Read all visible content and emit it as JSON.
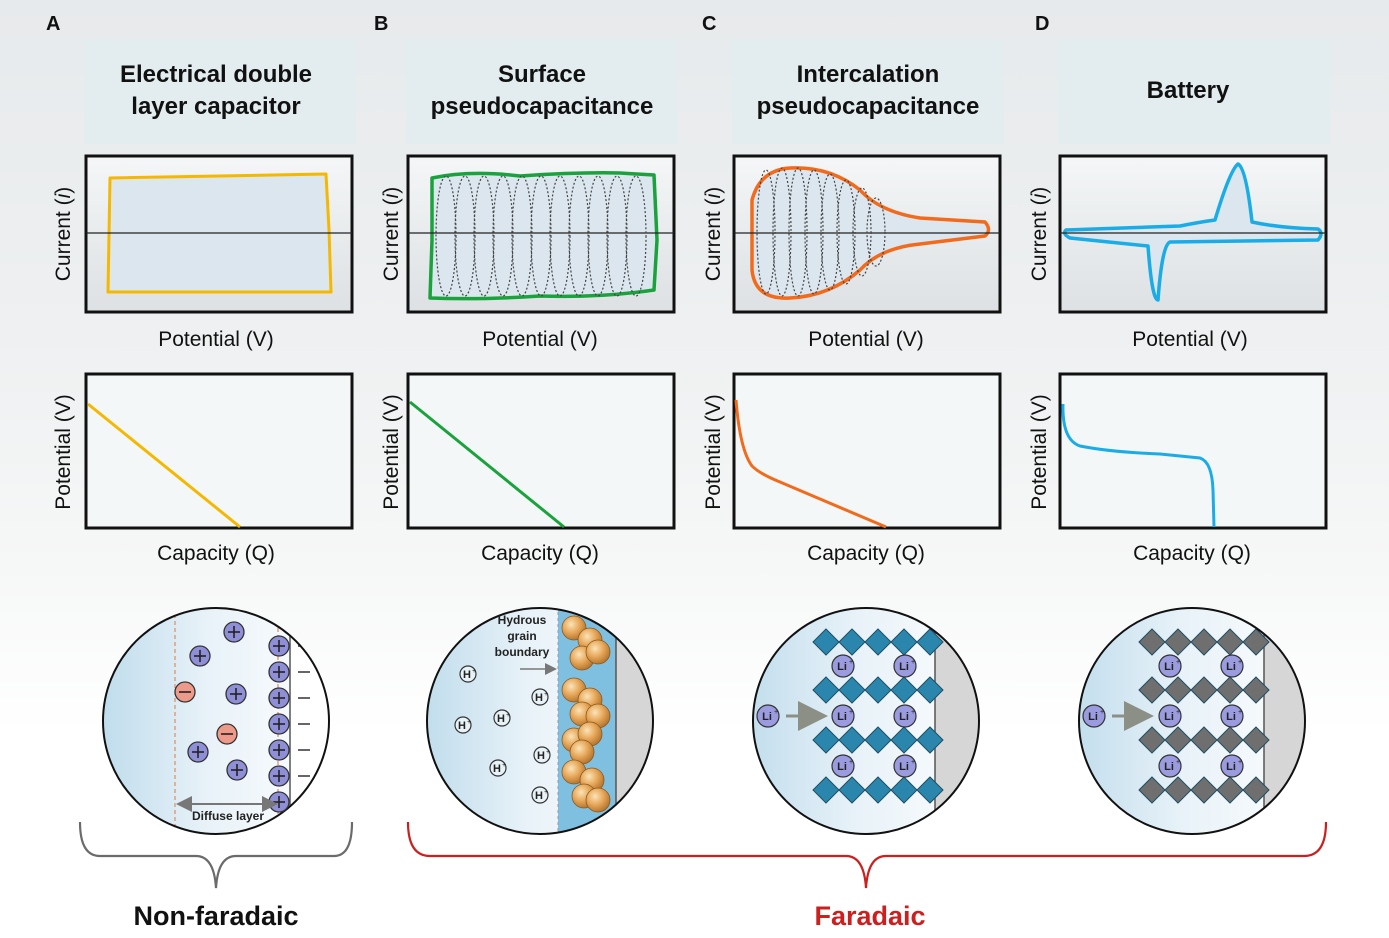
{
  "panels": [
    {
      "letter": "A",
      "title_lines": [
        "Electrical double",
        "layer capacitor"
      ],
      "color": "#f5b800"
    },
    {
      "letter": "B",
      "title_lines": [
        "Surface",
        "pseudocapacitance"
      ],
      "color": "#1aa33c"
    },
    {
      "letter": "C",
      "title_lines": [
        "Intercalation",
        "pseudocapacitance"
      ],
      "color": "#f26a1b"
    },
    {
      "letter": "D",
      "title_lines": [
        "Battery"
      ],
      "color": "#1aace6"
    }
  ],
  "axes": {
    "cv_ylabel": "Current (i)",
    "cv_ylabel_prefix": "Current (",
    "cv_ylabel_var": "i",
    "cv_ylabel_suffix": ")",
    "cv_xlabel": "Potential (V)",
    "gcd_ylabel": "Potential (V)",
    "gcd_xlabel": "Capacity (Q)"
  },
  "schematics": {
    "diffuse_layer": "Diffuse layer",
    "hydrous_grain_boundary": [
      "Hydrous",
      "grain",
      "boundary"
    ],
    "proton": "H",
    "proton_charge": "+",
    "lithium": "Li",
    "lithium_charge": "+"
  },
  "brackets": {
    "non_faradaic": "Non-faradaic",
    "faradaic": "Faradaic",
    "non_faradaic_color": "#6b6b6b",
    "faradaic_color": "#cc1f1f"
  }
}
